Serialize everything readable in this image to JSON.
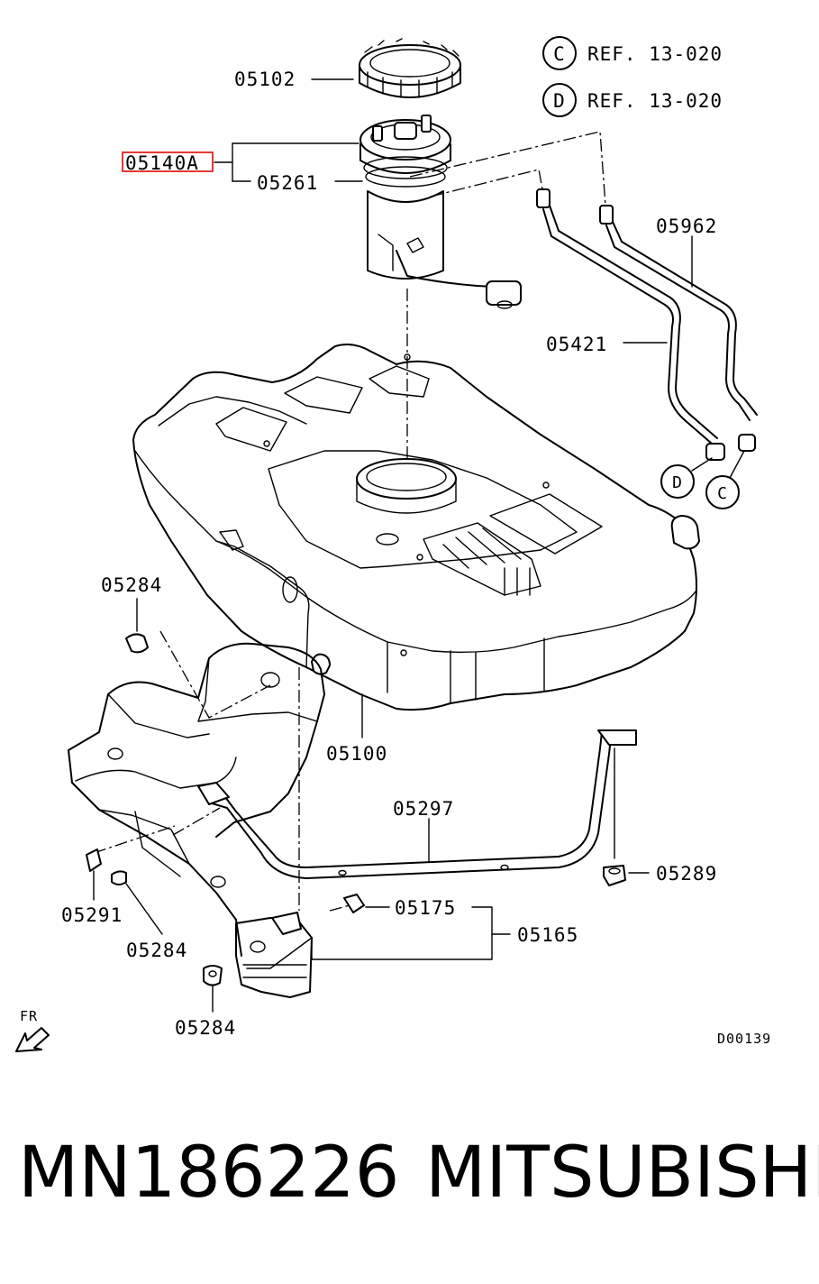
{
  "references": [
    {
      "letter": "C",
      "text": "REF. 13-020"
    },
    {
      "letter": "D",
      "text": "REF. 13-020"
    }
  ],
  "callouts": {
    "d": "D",
    "c": "C"
  },
  "parts": {
    "p05102": "05102",
    "p05140A": "05140A",
    "p05261": "05261",
    "p05962": "05962",
    "p05421": "05421",
    "p05284a": "05284",
    "p05100": "05100",
    "p05297": "05297",
    "p05289": "05289",
    "p05291": "05291",
    "p05175": "05175",
    "p05165": "05165",
    "p05284b": "05284",
    "p05284c": "05284"
  },
  "highlighted_part": "05140A",
  "highlight_color": "#e53935",
  "direction": "FR",
  "drawing_code": "D00139",
  "footer": {
    "part_number": "MN186226",
    "brand": "MITSUBISHI"
  }
}
